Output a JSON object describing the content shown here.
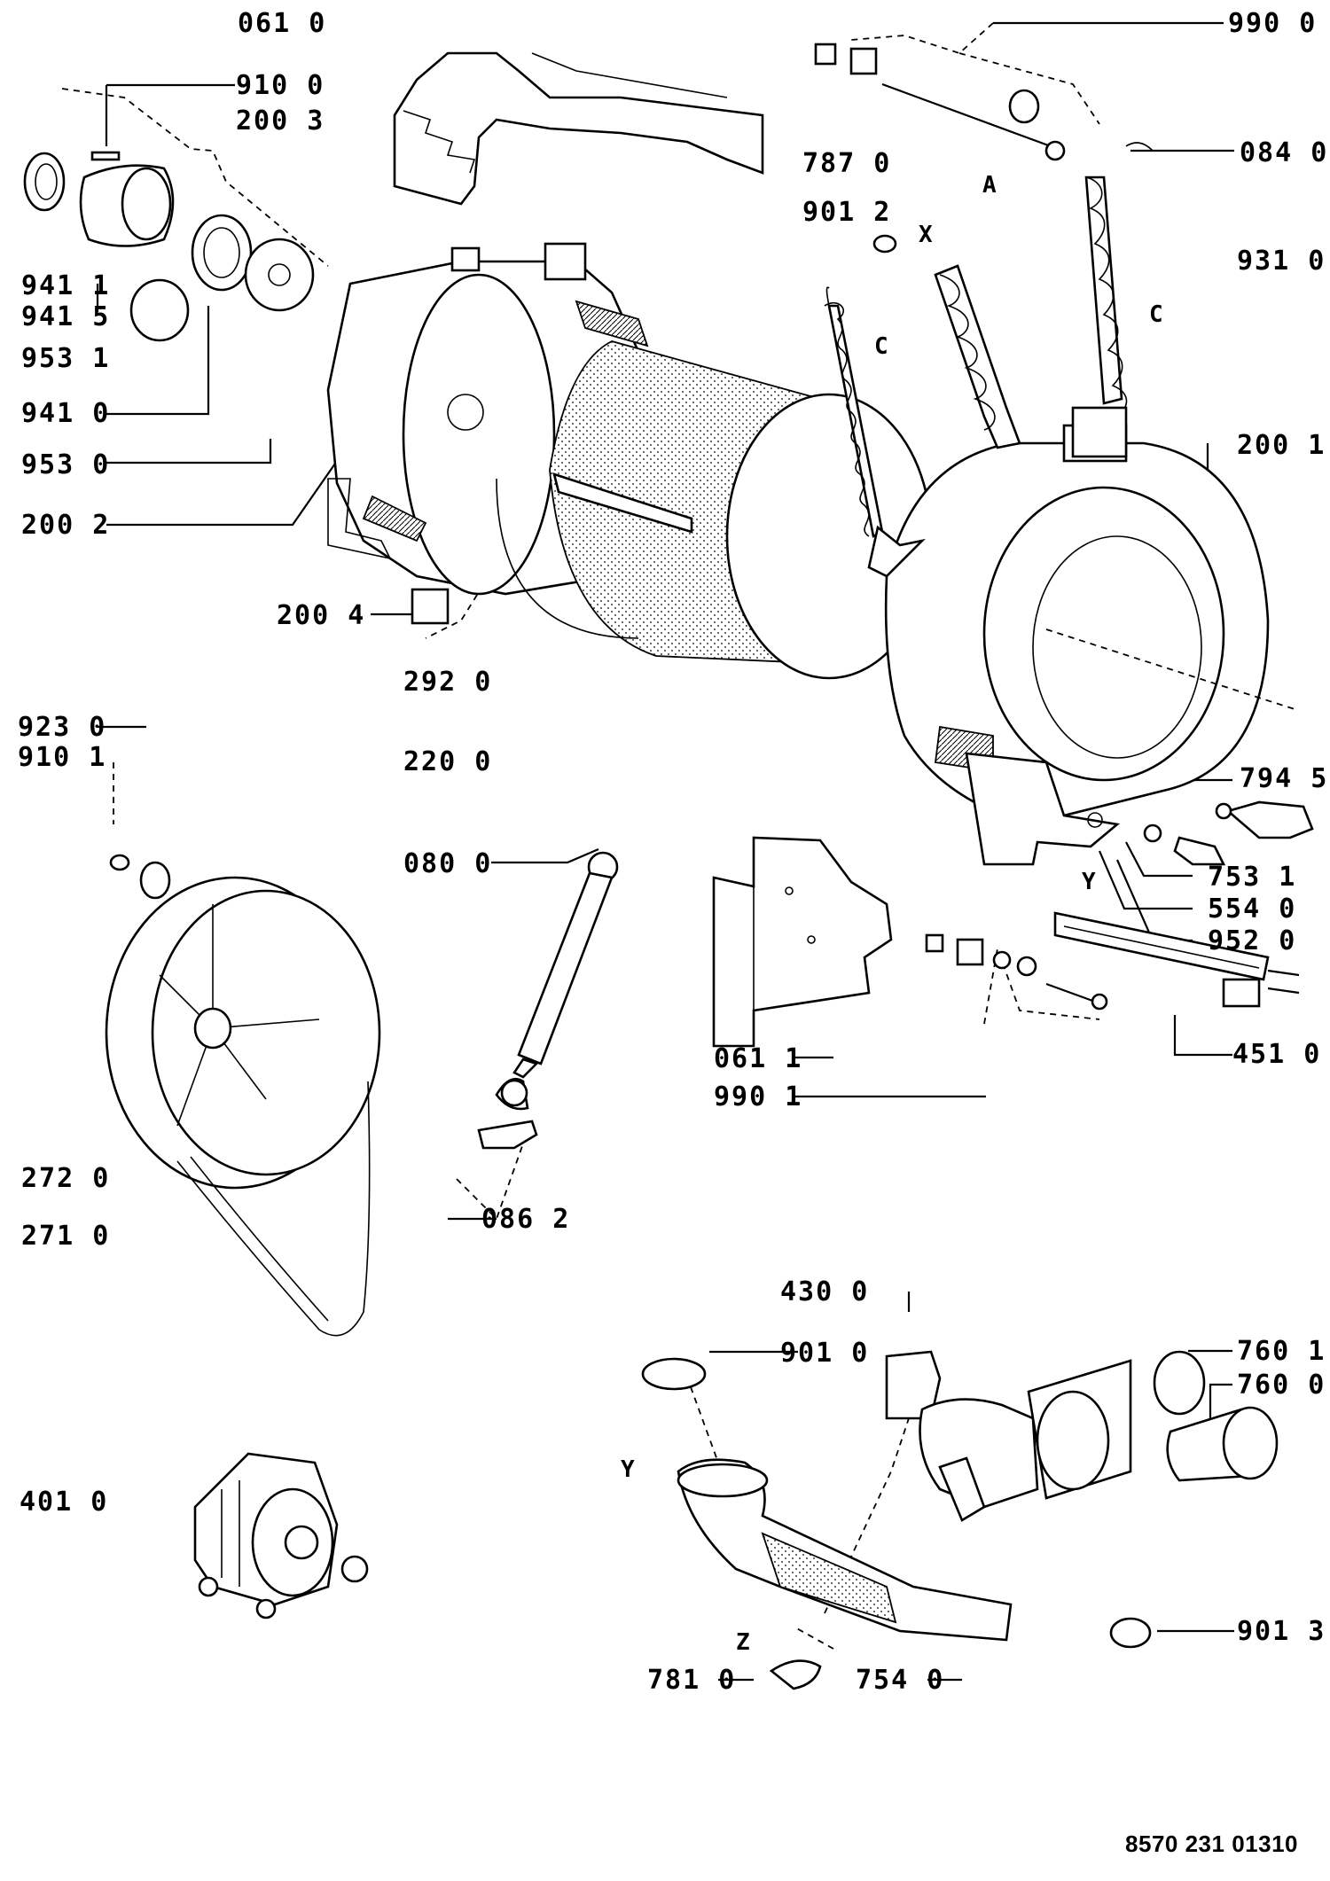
{
  "labels": {
    "p0610": "061 0",
    "p9100": "910 0",
    "p2003": "200 3",
    "p9900": "990 0",
    "p0840": "084 0",
    "p7870": "787 0",
    "p9012": "901 2",
    "p9310": "931 0",
    "p9411": "941 1",
    "p9415": "941 5",
    "p9531": "953 1",
    "p9410": "941 0",
    "p9530": "953 0",
    "p2002": "200 2",
    "p2001": "200 1",
    "p2004": "200 4",
    "p2920": "292 0",
    "p9230": "923 0",
    "p9101": "910 1",
    "p2200": "220 0",
    "p0800": "080 0",
    "p7945": "794 5",
    "p7531": "753 1",
    "p5540": "554 0",
    "p9520": "952 0",
    "p0611": "061 1",
    "p9901": "990 1",
    "p4510": "451 0",
    "p2720": "272 0",
    "p2710": "271 0",
    "p0862": "086 2",
    "p4300": "430 0",
    "p9010": "901 0",
    "p7601": "760 1",
    "p7600": "760 0",
    "p4010": "401 0",
    "p9013": "901 3",
    "p7810": "781 0",
    "p7540": "754 0"
  },
  "marks": {
    "a": "A",
    "x": "X",
    "c_left": "C",
    "c_right": "C",
    "y_tub": "Y",
    "y_hose": "Y",
    "z": "Z"
  },
  "document_ref": "8570 231 01310"
}
